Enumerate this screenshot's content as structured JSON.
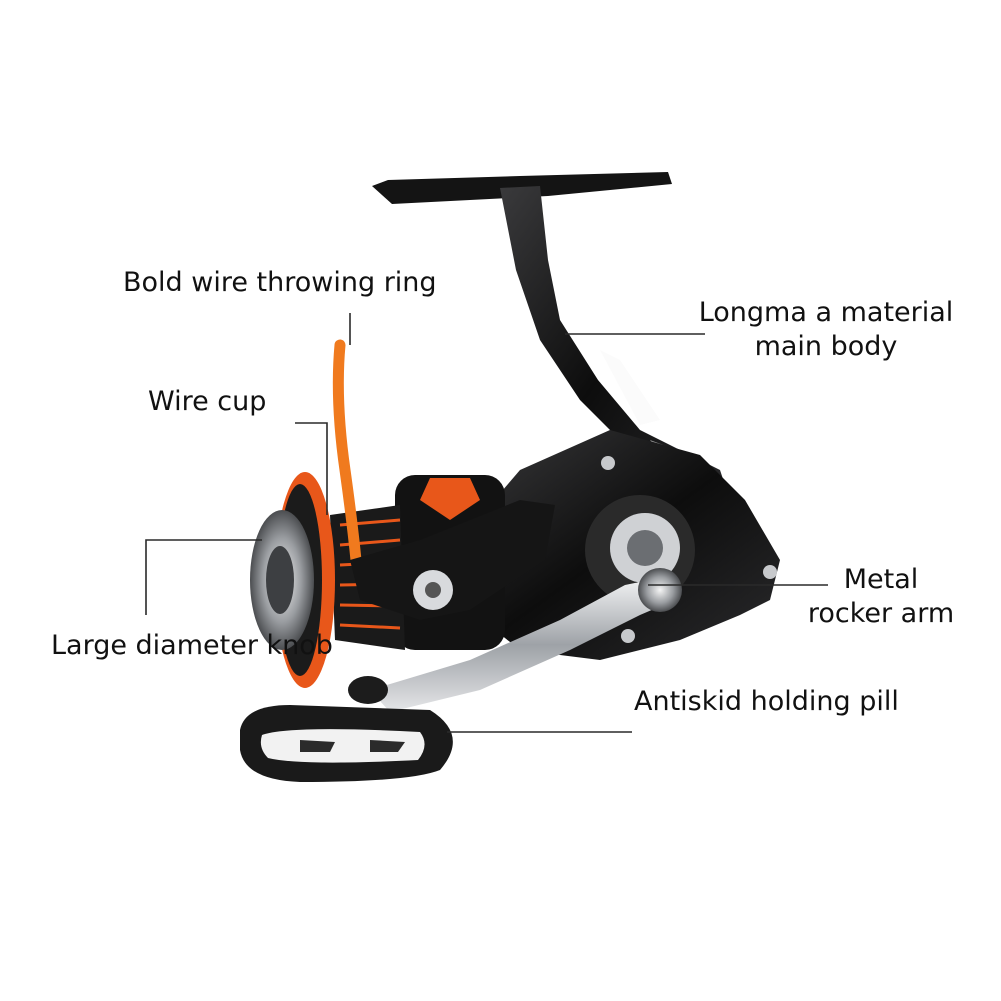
{
  "labels": {
    "throwing_ring": "Bold wire throwing ring",
    "wire_cup": "Wire cup",
    "knob": "Large diameter knob",
    "body_line1": "Longma a material",
    "body_line2": "main body",
    "rocker_line1": "Metal",
    "rocker_line2": "rocker arm",
    "holding_pill": "Antiskid holding pill"
  },
  "colors": {
    "reel_black": "#121212",
    "reel_orange": "#e8571a",
    "bail_orange": "#f07a1e",
    "metal_silver": "#b9bcc0",
    "leader_line": "#2a2a2a"
  }
}
